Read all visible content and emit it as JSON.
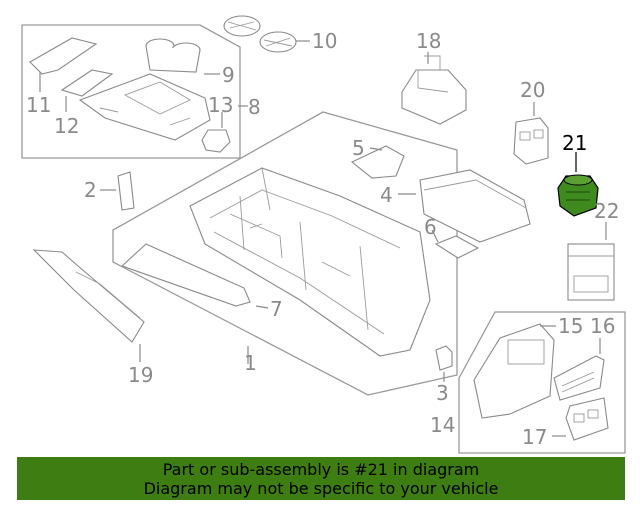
{
  "colors": {
    "line_gray": "#8a8a8a",
    "highlight_part": "#3f8a1e",
    "banner_background": "#3e7d12",
    "banner_text": "#000000"
  },
  "part_labels": {
    "p1": "1",
    "p2": "2",
    "p3": "3",
    "p4": "4",
    "p5": "5",
    "p6": "6",
    "p7": "7",
    "p8": "8",
    "p9": "9",
    "p10": "10",
    "p11": "11",
    "p12": "12",
    "p13": "13",
    "p14": "14",
    "p15": "15",
    "p16": "16",
    "p17": "17",
    "p18": "18",
    "p19": "19",
    "p20": "20",
    "p21": "21",
    "p22": "22"
  },
  "highlighted_part": "21",
  "banner": {
    "line1": "Part or sub-assembly is #21 in diagram",
    "line2": "Diagram may not be specific to your vehicle"
  }
}
